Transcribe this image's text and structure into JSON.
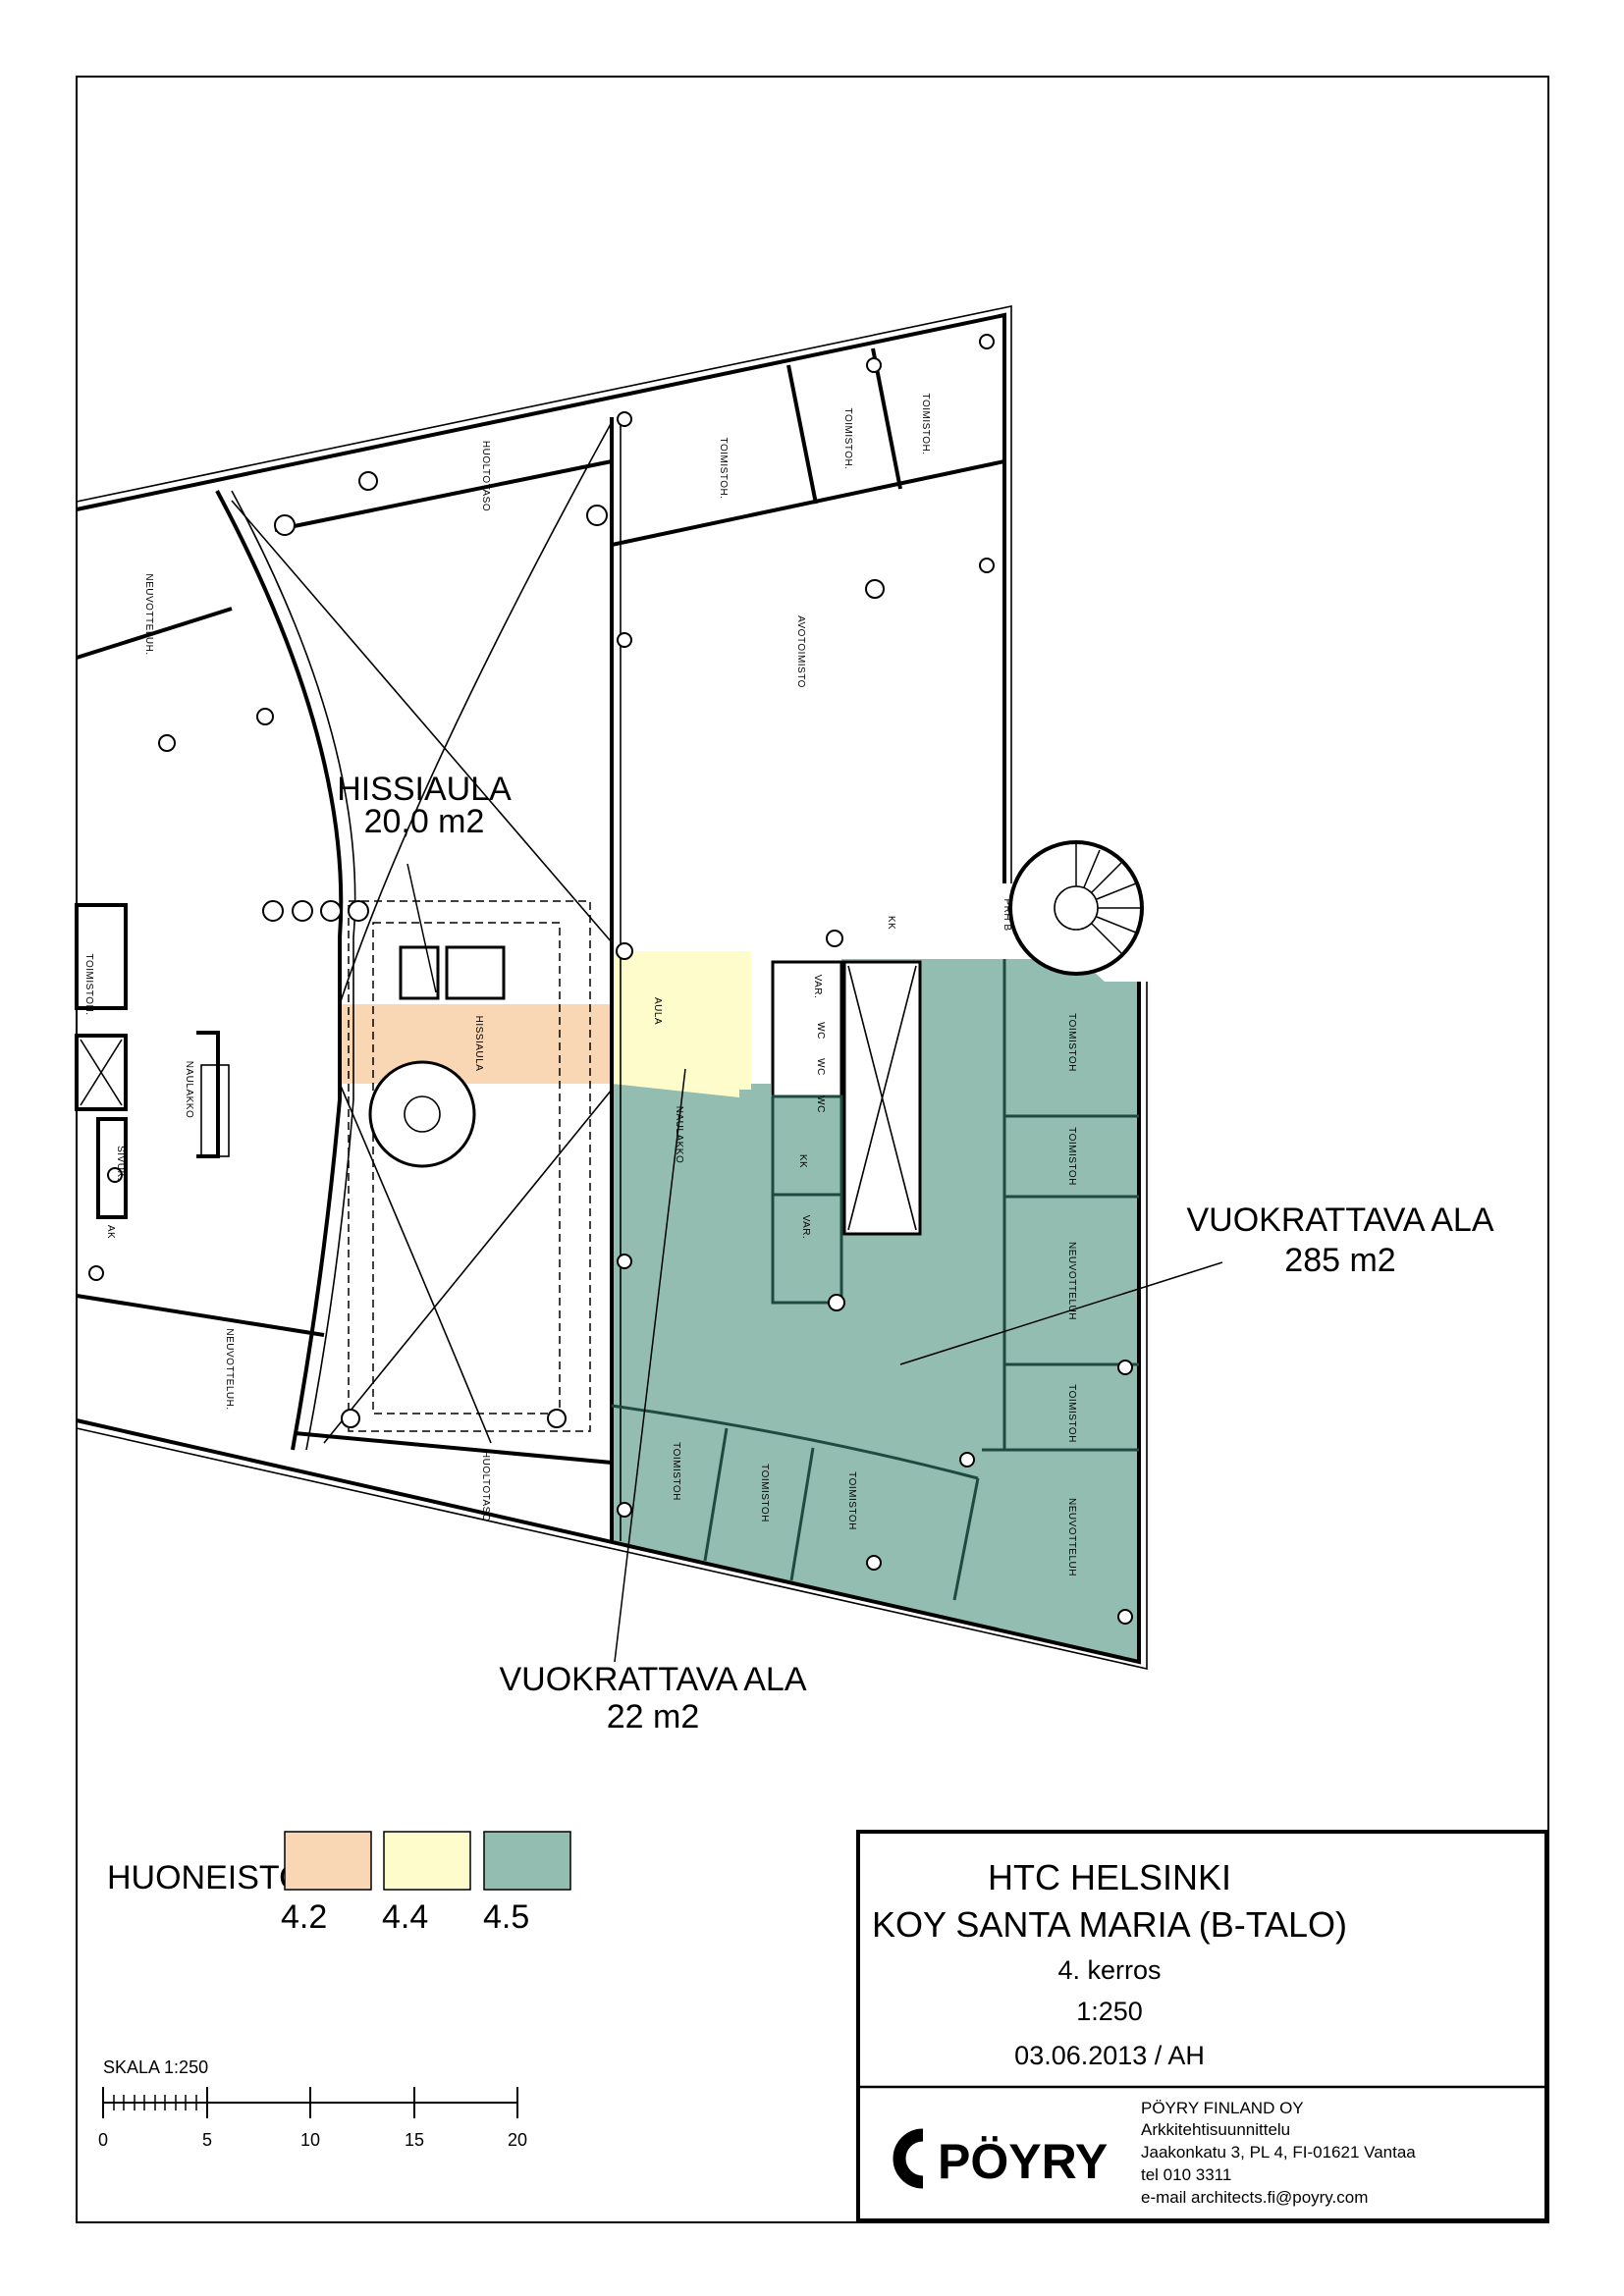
{
  "colors": {
    "apt_4_2": "#F9D7B5",
    "apt_4_4": "#FFFCCC",
    "apt_4_5": "#94BDB1"
  },
  "areas": {
    "hissiaula": {
      "name": "HISSIAULA",
      "size": "20,0  m2"
    },
    "vuokrattava_285": {
      "name": "VUOKRATTAVA ALA",
      "size": "285 m2"
    },
    "vuokrattava_22": {
      "name": "VUOKRATTAVA ALA",
      "size": "22 m2"
    }
  },
  "rooms": {
    "toimistoh": "TOIMISTOH.",
    "toimistoh_nodot": "TOIMISTOH",
    "avotoimisto": "AVOTOIMISTO",
    "huoltotaso": "HUOLTOTASO",
    "neuvotteluh": "NEUVOTTELUH.",
    "neuvotteluh_nodot": "NEUVOTTELUH",
    "naulakko": "NAULAKKO",
    "aula": "AULA",
    "hissiaula": "HISSIAULA",
    "var": "VAR.",
    "wc": "WC",
    "kk": "KK",
    "prh": "PRH B",
    "sivuk": "SIVUK.",
    "ak": "AK"
  },
  "legend": {
    "title": "HUONEISTOT:",
    "items": [
      {
        "label": "4.2",
        "color": "#F9D7B5"
      },
      {
        "label": "4.4",
        "color": "#FFFCCC"
      },
      {
        "label": "4.5",
        "color": "#94BDB1"
      }
    ]
  },
  "scale_bar": {
    "title": "SKALA 1:250",
    "ticks": [
      "0",
      "5",
      "10",
      "15",
      "20"
    ]
  },
  "title_block": {
    "project": "HTC HELSINKI",
    "building": "KOY SANTA MARIA (B-TALO)",
    "floor": "4. kerros",
    "scale": "1:250",
    "date_author": "03.06.2013 / AH",
    "logo_text": "PÖYRY",
    "company": "PÖYRY FINLAND OY",
    "department": "Arkkitehtisuunnittelu",
    "address": "Jaakonkatu 3, PL 4, FI-01621 Vantaa",
    "phone": "tel 010 3311",
    "email": "e-mail architects.fi@poyry.com"
  }
}
